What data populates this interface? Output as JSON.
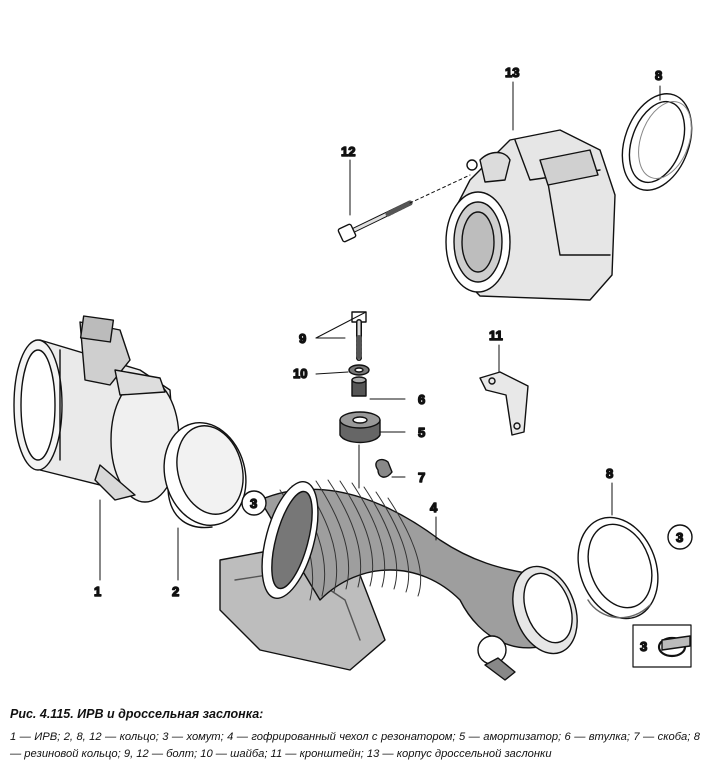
{
  "caption": {
    "title": "Рис. 4.115. ИРВ и дроссельная заслонка:",
    "legend": "1 — ИРВ; 2, 8, 12 — кольцо; 3 — хомут; 4 — гофрированный чехол с резонатором; 5 — амортизатор; 6 — втулка; 7 — скоба; 8 — резиновой кольцо; 9, 12 — болт; 10 — шайба; 11 — кронштейн; 13 — корпус дроссельной заслонки"
  },
  "callouts": {
    "c1": "1",
    "c2": "2",
    "c3a": "3",
    "c3b": "3",
    "c3c": "3",
    "c4": "4",
    "c5": "5",
    "c6": "6",
    "c7": "7",
    "c8a": "8",
    "c8b": "8",
    "c9": "9",
    "c10": "10",
    "c11": "11",
    "c12": "12",
    "c13": "13"
  },
  "colors": {
    "ink": "#111111",
    "paper": "#ffffff",
    "shade": "#9a9a9a",
    "fill": "#d9d9d9"
  }
}
